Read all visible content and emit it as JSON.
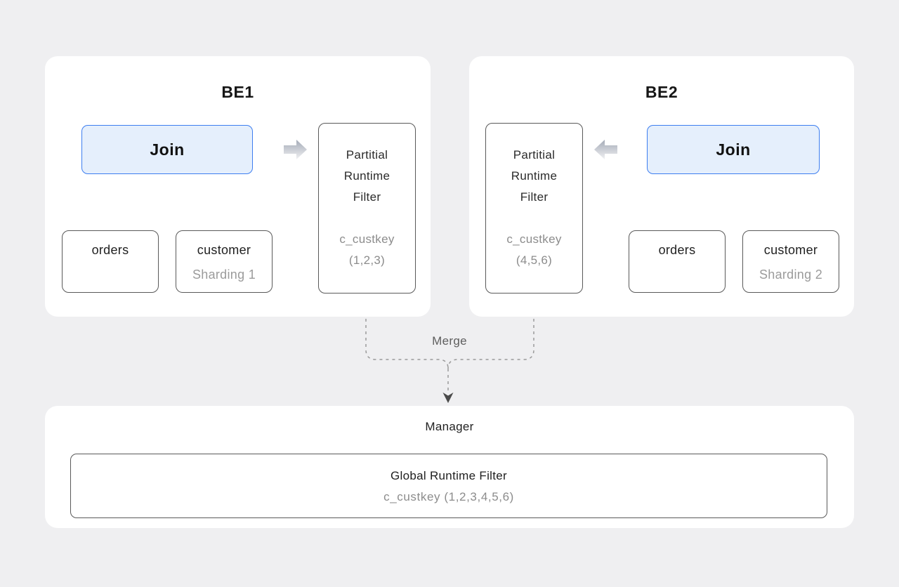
{
  "be1": {
    "title": "BE1",
    "join_label": "Join",
    "filter_lines": [
      "Partitial",
      "Runtime",
      "Filter"
    ],
    "filter_key": "c_custkey",
    "filter_values": "(1,2,3)",
    "orders_label": "orders",
    "customer_label": "customer",
    "sharding_label": "Sharding 1"
  },
  "be2": {
    "title": "BE2",
    "join_label": "Join",
    "filter_lines": [
      "Partitial",
      "Runtime",
      "Filter"
    ],
    "filter_key": "c_custkey",
    "filter_values": "(4,5,6)",
    "orders_label": "orders",
    "customer_label": "customer",
    "sharding_label": "Sharding 2"
  },
  "merge_label": "Merge",
  "manager": {
    "title": "Manager",
    "global_filter_title": "Global Runtime Filter",
    "global_filter_detail": "c_custkey  (1,2,3,4,5,6)"
  },
  "colors": {
    "page_bg": "#EFEFF1",
    "panel_bg": "#FFFFFF",
    "join_fill": "#E5EFFC",
    "join_border": "#3D7EF0",
    "node_border": "#595959",
    "text_dark": "#1F1F1F",
    "text_gray": "#8C8C8C",
    "connector_line": "#4A4A4A",
    "dashed_line": "#9A9A9A",
    "block_arrow_top": "#A4ABB7",
    "block_arrow_bottom": "#F1F1F3"
  }
}
